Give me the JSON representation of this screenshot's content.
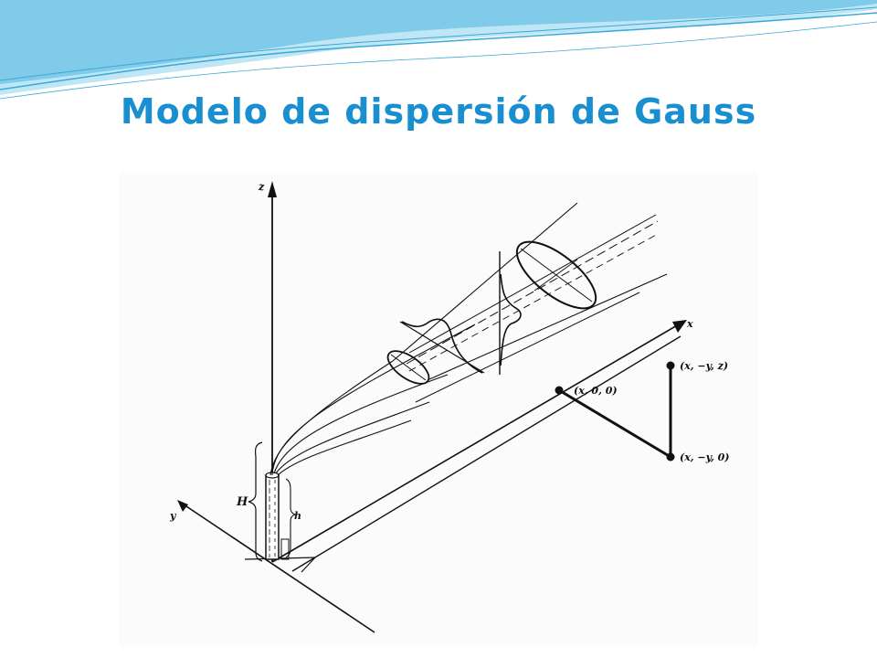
{
  "slide": {
    "title": "Modelo de dispersión de Gauss"
  },
  "colors": {
    "title": "#1a8fd0",
    "wave_light": "#bfe6f5",
    "wave_mid": "#7fcbe9",
    "wave_dark": "#3aa8d8",
    "ink": "#111111"
  },
  "diagram": {
    "axes": {
      "z": "z",
      "x": "x",
      "y": "y"
    },
    "labels": {
      "effective_height": "H",
      "stack_height": "h"
    },
    "points": {
      "centerline_ground": "(x, 0, 0)",
      "receptor_ground": "(x, −y, 0)",
      "receptor_elevated": "(x, −y, z)"
    }
  }
}
